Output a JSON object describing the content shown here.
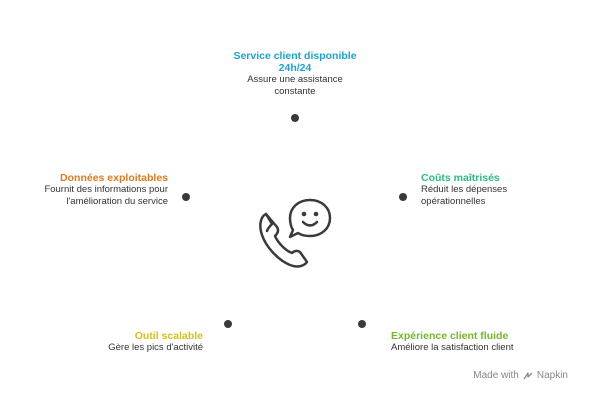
{
  "colors": {
    "blue": "#1aa3d9",
    "green": "#2bbd7e",
    "orange": "#e07a1f",
    "yellow": "#d4c11a",
    "lime": "#74b72a"
  },
  "items": {
    "top": {
      "title_line1": "Service client disponible",
      "title_line2": "24h/24",
      "desc_line1": "Assure une assistance",
      "desc_line2": "constante"
    },
    "left": {
      "title": "Données exploitables",
      "desc_line1": "Fournit des informations pour",
      "desc_line2": "l'amélioration du service"
    },
    "right": {
      "title": "Coûts maîtrisés",
      "desc_line1": "Réduit les dépenses",
      "desc_line2": "opérationnelles"
    },
    "bottom_left": {
      "title": "Outil scalable",
      "desc": "Gère les pics d'activité"
    },
    "bottom_right": {
      "title": "Expérience client fluide",
      "desc": "Améliore la satisfaction client"
    }
  },
  "center_icon": "phone-chat-smiley-icon",
  "footer": {
    "made_with": "Made with",
    "brand": "Napkin",
    "logo_icon": "napkin-logo-icon"
  }
}
